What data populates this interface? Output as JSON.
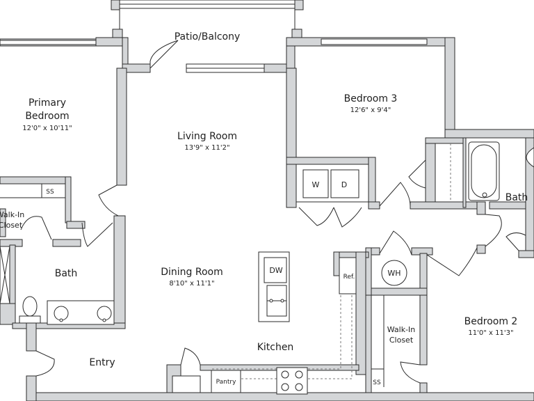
{
  "rooms": {
    "patio": {
      "name": "Patio/Balcony"
    },
    "primary_bedroom": {
      "name_line1": "Primary",
      "name_line2": "Bedroom",
      "dims": "12'0\" x 10'11\""
    },
    "living_room": {
      "name": "Living Room",
      "dims": "13'9\" x 11'2\""
    },
    "bedroom3": {
      "name": "Bedroom 3",
      "dims": "12'6\" x 9'4\""
    },
    "bath_right": {
      "name": "Bath"
    },
    "walkin_left": {
      "name_line1": "Walk-In",
      "name_line2": "Closet"
    },
    "bath_left": {
      "name": "Bath"
    },
    "dining_room": {
      "name": "Dining Room",
      "dims": "8'10\" x 11'1\""
    },
    "kitchen": {
      "name": "Kitchen"
    },
    "entry": {
      "name": "Entry"
    },
    "bedroom2": {
      "name": "Bedroom 2",
      "dims": "11'0\" x 11'3\""
    },
    "walkin_right": {
      "name_line1": "Walk-In",
      "name_line2": "Closet"
    }
  },
  "fixtures": {
    "washer": "W",
    "dryer": "D",
    "dishwasher": "DW",
    "refrigerator": "Ref.",
    "water_heater": "WH",
    "pantry": "Pantry",
    "shelf_left": "SS",
    "shelf_right": "SS"
  }
}
